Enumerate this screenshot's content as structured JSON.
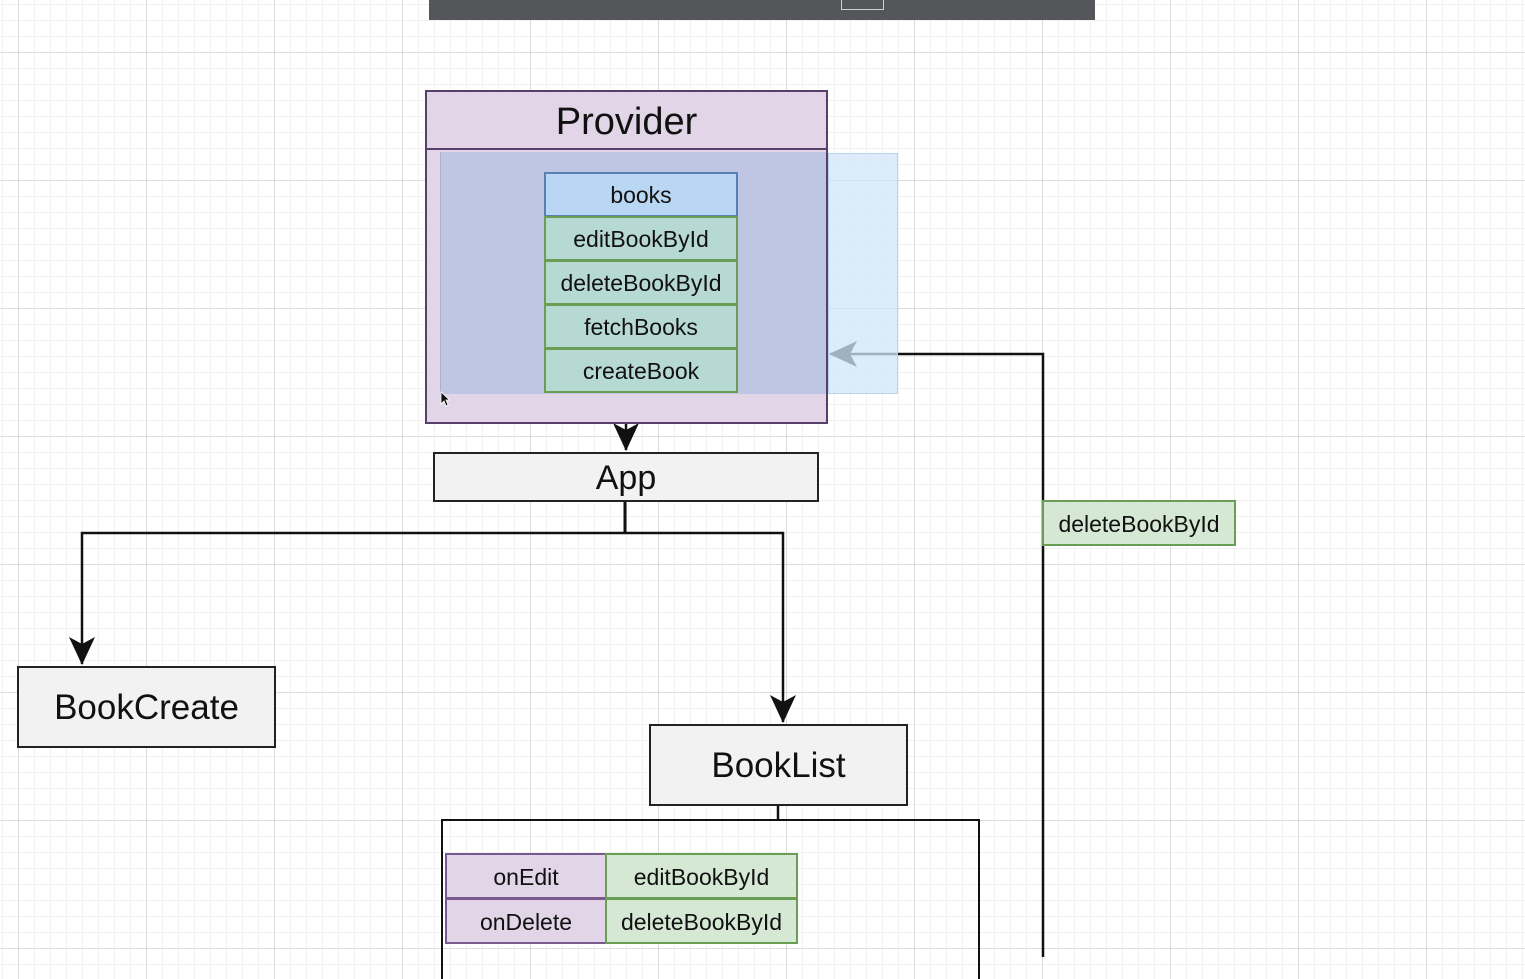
{
  "provider": {
    "title": "Provider",
    "state": [
      {
        "label": "books"
      },
      {
        "label": "editBookById"
      },
      {
        "label": "deleteBookById"
      },
      {
        "label": "fetchBooks"
      },
      {
        "label": "createBook"
      }
    ]
  },
  "components": {
    "app": "App",
    "book_create": "BookCreate",
    "book_list": "BookList"
  },
  "floating_prop": "deleteBookById",
  "book_list_props": [
    {
      "name": "onEdit",
      "value": "editBookById"
    },
    {
      "name": "onDelete",
      "value": "deleteBookById"
    }
  ],
  "colors": {
    "provider_fill": "#e1d5e7",
    "provider_border": "#56406a",
    "state_fill": "#b7d9d3",
    "state_border": "#6a9e55",
    "books_fill": "#b9d6f2",
    "component_fill": "#f2f2f2",
    "prop_value_fill": "#d5e8d4",
    "prop_name_fill": "#e1d5e7",
    "toolbar": "#54565a"
  },
  "icons": {
    "cursor": "mouse-pointer-icon"
  }
}
